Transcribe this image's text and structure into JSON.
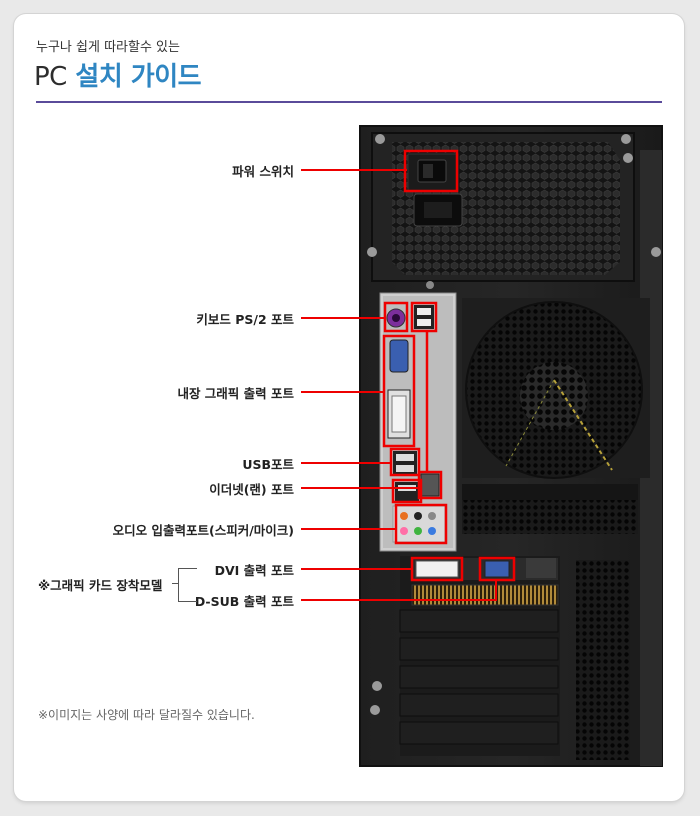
{
  "header": {
    "subtitle": "누구나 쉽게 따라할수 있는",
    "title_pc": "PC",
    "title_rest": "설치 가이드"
  },
  "labels": {
    "power_switch": "파워 스위치",
    "keyboard": "키보드 PS/2 포트",
    "internal_graphics": "내장 그래픽 출력 포트",
    "usb": "USB포트",
    "ethernet": "이더넷(랜) 포트",
    "audio": "오디오 입출력포트(스피커/마이크)",
    "dvi": "DVI 출력 포트",
    "dsub": "D-SUB 출력 포트"
  },
  "graphics_card_group": "※그래픽 카드 장착모델",
  "note": "※이미지는 사양에 따라 달라질수 있습니다.",
  "colors": {
    "accent_blue": "#2f86c2",
    "rule_purple": "#5a4b9a",
    "callout_red": "#e00000"
  }
}
